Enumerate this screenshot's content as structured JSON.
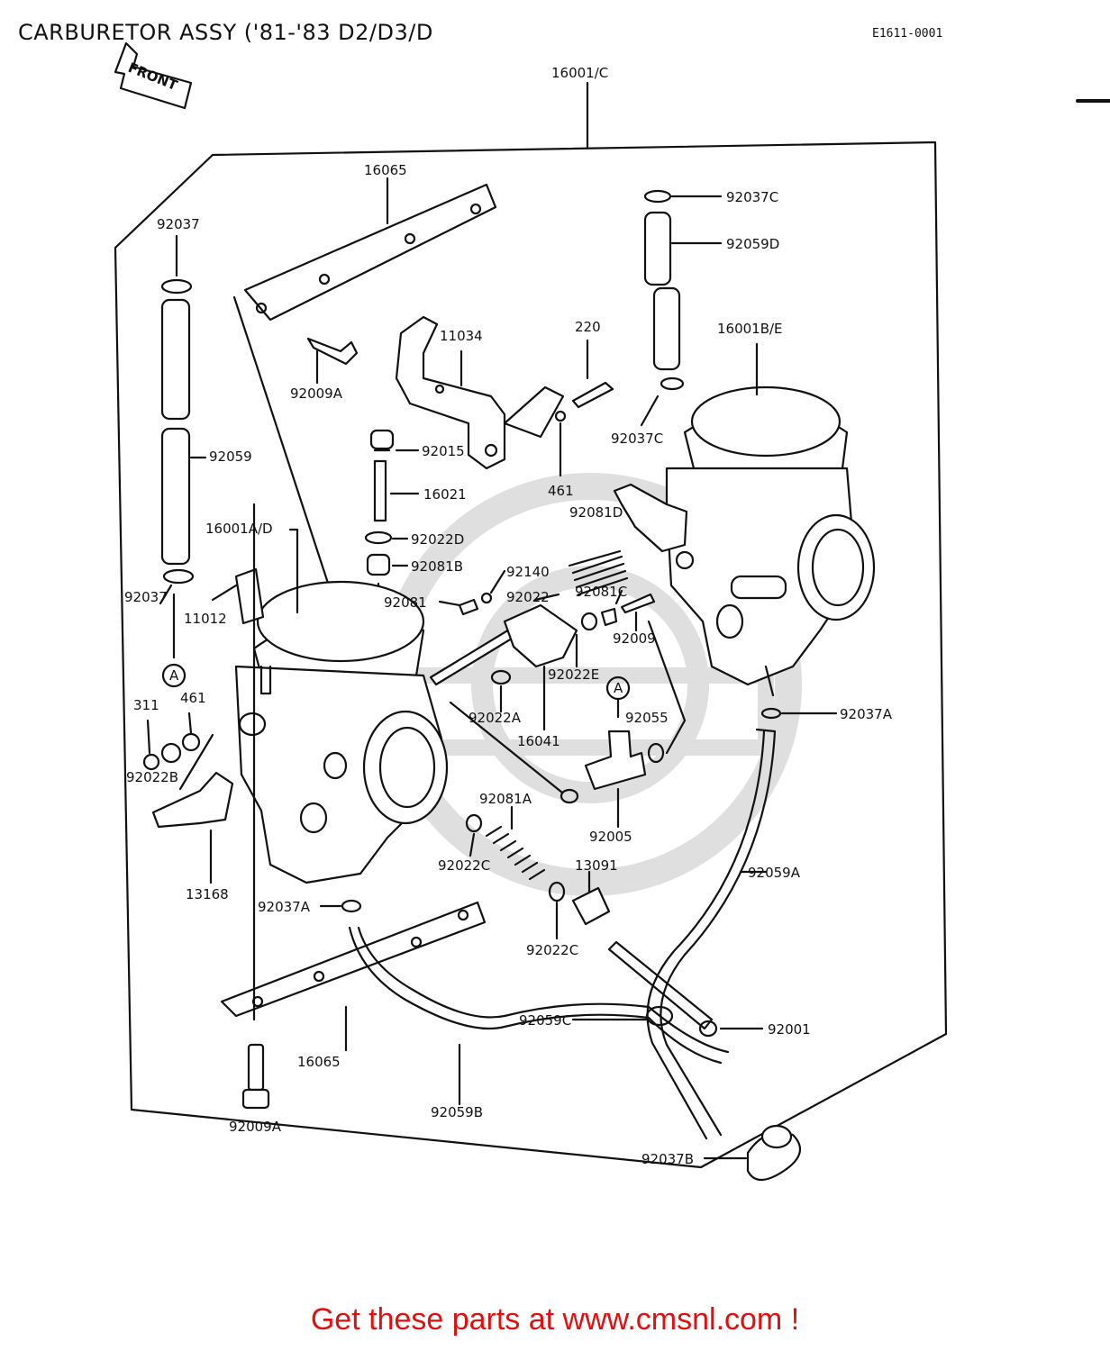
{
  "title": "CARBURETOR ASSY ('81-'83 D2/D3/D",
  "diagram_code": "E1611-0001",
  "front_label": "FRONT",
  "footer_text": "Get these parts at www.cmsnl.com !",
  "accent_color": "#e01010",
  "parts": {
    "p16001c": "16001/C",
    "p16065_top": "16065",
    "p92037": "92037",
    "p92059": "92059",
    "p92037_lower": "92037",
    "p92009a_top": "92009A",
    "p11034": "11034",
    "p220": "220",
    "p92037c_top": "92037C",
    "p92059d": "92059D",
    "p16001be": "16001B/E",
    "p92037c_mid": "92037C",
    "p92015": "92015",
    "p461_top": "461",
    "p16021": "16021",
    "p92081d": "92081D",
    "p16001ad": "16001A/D",
    "p92022d": "92022D",
    "p92081b": "92081B",
    "p92140": "92140",
    "p92022": "92022",
    "p92081c": "92081C",
    "p11012": "11012",
    "p92081": "92081",
    "p92009": "92009",
    "circle_a_left": "A",
    "circle_a_right": "A",
    "p311": "311",
    "p461_left": "461",
    "p92022e": "92022E",
    "p92022a": "92022A",
    "p92055": "92055",
    "p92037a_right": "92037A",
    "p16041": "16041",
    "p92022b": "92022B",
    "p92081a": "92081A",
    "p92005": "92005",
    "p13168": "13168",
    "p92022c_left": "92022C",
    "p13091": "13091",
    "p92059a": "92059A",
    "p92037a_left": "92037A",
    "p92022c_right": "92022C",
    "p92001": "92001",
    "p92059c": "92059C",
    "p16065_bottom": "16065",
    "p92059b": "92059B",
    "p92009a_bottom": "92009A",
    "p92037b": "92037B"
  }
}
